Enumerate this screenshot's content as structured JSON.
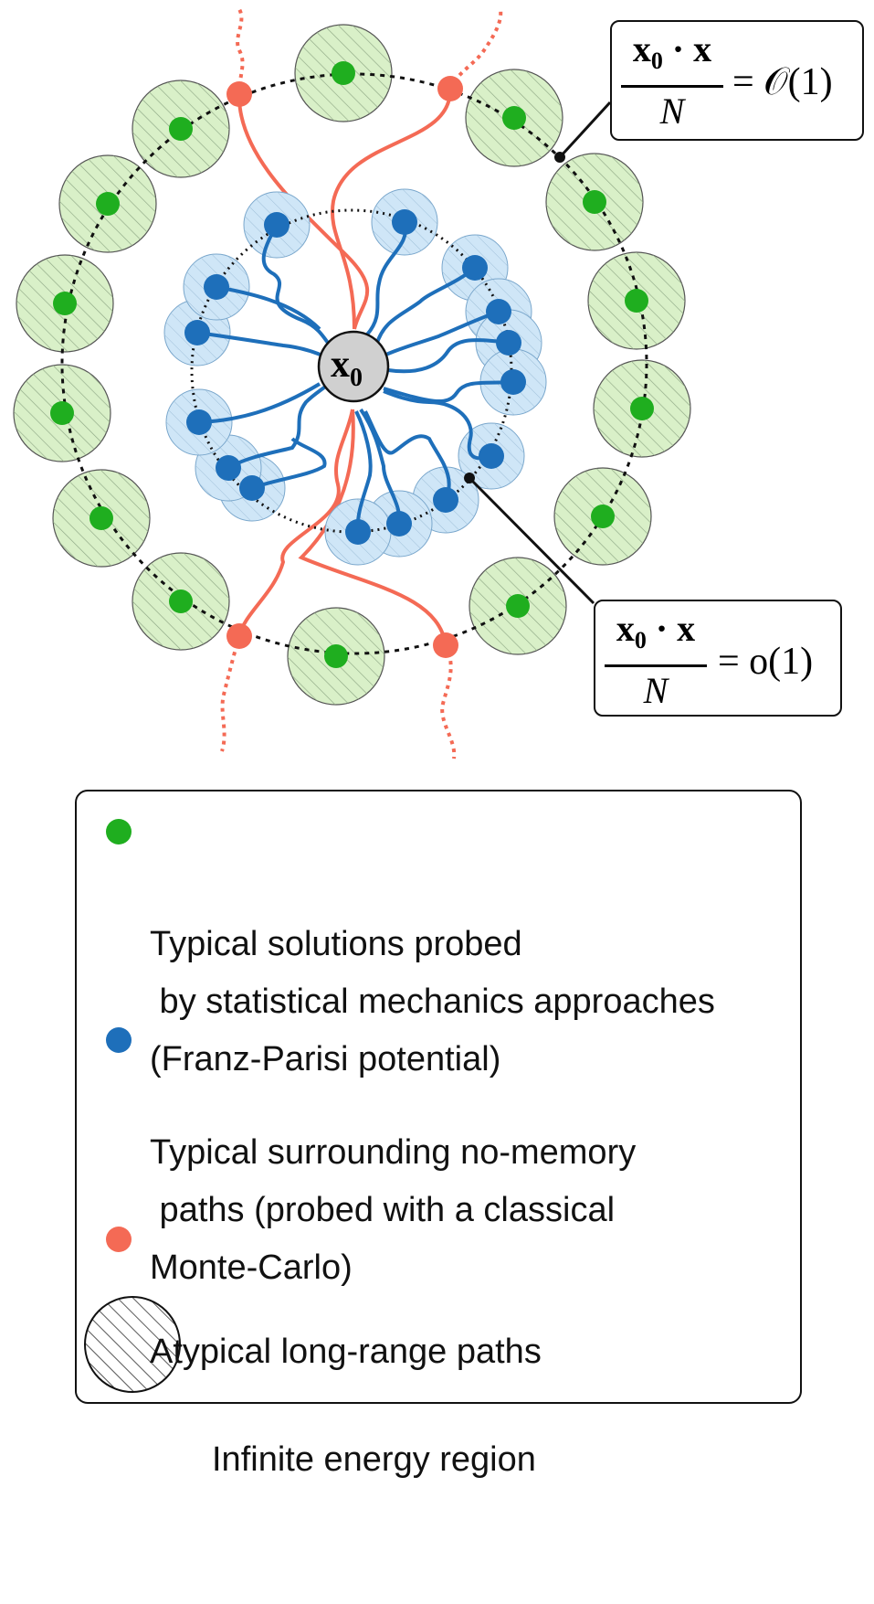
{
  "center_label": {
    "main": "x",
    "sub": "0"
  },
  "annotations": {
    "outer": {
      "numerator_main": "x",
      "numerator_sub": "0",
      "numerator_rest": " · x",
      "denominator": "N",
      "rhs": "= 𝒪(1)"
    },
    "inner": {
      "numerator_main": "x",
      "numerator_sub": "0",
      "numerator_rest": " · x",
      "denominator": "N",
      "rhs": "= o(1)"
    }
  },
  "legend": {
    "green": {
      "color": "#1fae1f",
      "line1": "Typical solutions probed",
      "line2": " by statistical mechanics approaches",
      "line3": "(Franz-Parisi potential)"
    },
    "blue": {
      "color": "#1e6fba",
      "line1": "Typical surrounding no-memory",
      "line2": " paths (probed with a classical",
      "line3": "Monte-Carlo)"
    },
    "red": {
      "color": "#f46a55",
      "line1": "Atypical long-range paths"
    },
    "hatched": {
      "label": "Infinite energy region"
    }
  },
  "colors": {
    "green_fill": "#d9f0c8",
    "blue_fill": "#cfe6f7",
    "green_dot": "#1fae1f",
    "blue_dot": "#1e6fba",
    "red": "#f46a55",
    "center_fill": "#d0d0d0"
  }
}
